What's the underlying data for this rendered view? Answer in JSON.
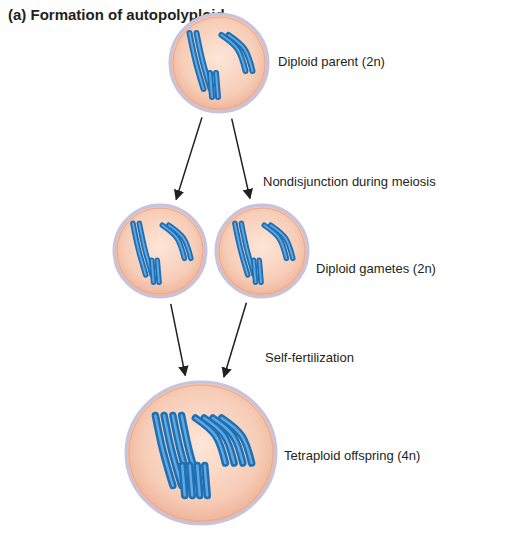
{
  "diagram": {
    "title": "(a) Formation of autopolyploid",
    "nodes": [
      {
        "text": [
          "Diploid parent (2n)"
        ]
      },
      {
        "text": []
      },
      {
        "text": [
          "Diploid gametes (2n)"
        ]
      },
      {
        "text": [
          "Tetraploid offspring (4n)"
        ]
      }
    ],
    "edges": [
      {
        "from": 0,
        "to": 1,
        "arrow": "to"
      },
      {
        "from": 0,
        "to": 2,
        "arrow": "to",
        "label": "Nondisjunction during meiosis"
      },
      {
        "from": 1,
        "to": 3,
        "arrow": "to"
      },
      {
        "from": 2,
        "to": 3,
        "arrow": "to",
        "label": "Self-fertilization"
      }
    ]
  }
}
